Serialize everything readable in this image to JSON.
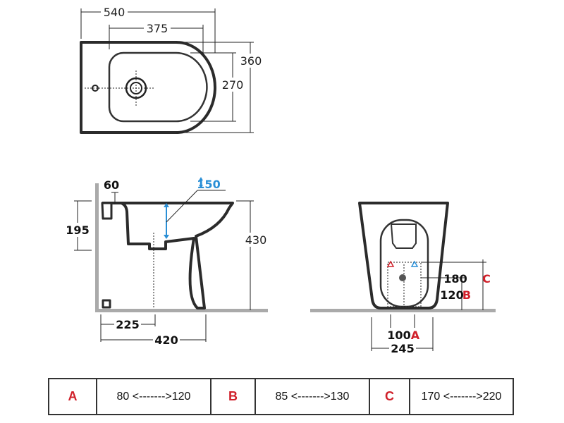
{
  "top_view": {
    "width": "540",
    "inner_width": "375",
    "depth": "360",
    "inner_depth": "270"
  },
  "side_view": {
    "rim_offset": "60",
    "water_depth": "150",
    "inlet_height": "195",
    "height": "430",
    "drain_distance": "225",
    "length": "420"
  },
  "front_view": {
    "c_value": "180",
    "c_label": "C",
    "b_value": "120",
    "b_label": "B",
    "a_value": "100",
    "a_label": "A",
    "width": "245"
  },
  "table": [
    {
      "key": "A",
      "range": "80 <------->120"
    },
    {
      "key": "B",
      "range": "85 <------->130"
    },
    {
      "key": "C",
      "range": "170 <------->220"
    }
  ],
  "colors": {
    "accent_red": "#d0202a",
    "accent_blue": "#2a8fd6"
  }
}
